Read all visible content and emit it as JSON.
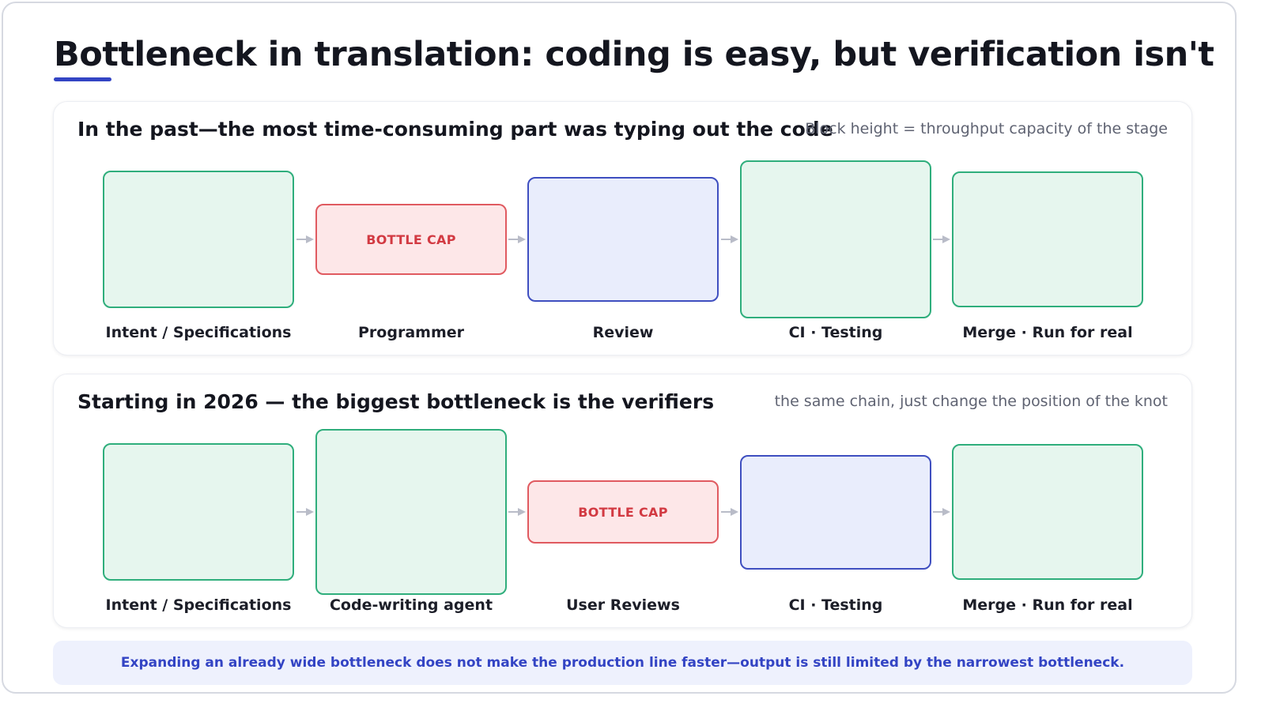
{
  "title": "Bottleneck in translation: coding is easy, but verification isn't",
  "colors": {
    "accent": "#3344c4",
    "wide_stage": "#2fae7c",
    "bottleneck": "#e05a60",
    "medium_stage": "#3f4fc0"
  },
  "past": {
    "heading": "In the past—the most time-consuming part was typing out the code",
    "note": "Block height = throughput capacity of the stage",
    "stages": [
      {
        "label": "Intent / Specifications",
        "kind": "wide",
        "capacity": 0.83
      },
      {
        "label": "Programmer",
        "kind": "bottleneck",
        "capacity": 0.43,
        "tag": "BOTTLE CAP"
      },
      {
        "label": "Review",
        "kind": "medium",
        "capacity": 0.75
      },
      {
        "label": "CI · Testing",
        "kind": "wide",
        "capacity": 0.95
      },
      {
        "label": "Merge · Run for real",
        "kind": "wide",
        "capacity": 0.82
      }
    ]
  },
  "future": {
    "heading": "Starting in 2026 — the biggest bottleneck is the verifiers",
    "note": "the same chain, just change the position of the knot",
    "stages": [
      {
        "label": "Intent / Specifications",
        "kind": "wide",
        "capacity": 0.83
      },
      {
        "label": "Code-writing agent",
        "kind": "wide",
        "capacity": 1.0
      },
      {
        "label": "User Reviews",
        "kind": "bottleneck",
        "capacity": 0.38,
        "tag": "BOTTLE CAP"
      },
      {
        "label": "CI · Testing",
        "kind": "medium",
        "capacity": 0.69
      },
      {
        "label": "Merge · Run for real",
        "kind": "wide",
        "capacity": 0.82
      }
    ]
  },
  "footer": "Expanding an already wide bottleneck does not make the production line faster—output is still limited by the narrowest bottleneck."
}
